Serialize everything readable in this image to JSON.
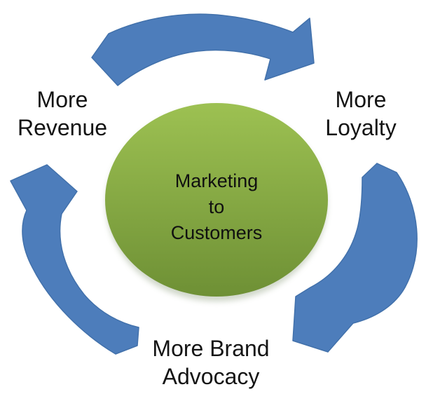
{
  "diagram": {
    "title_hint": "marketing-to-customers-cycle",
    "cycle_direction": "clockwise",
    "center_ellipse": {
      "line1": "Marketing",
      "line2": "to",
      "line3": "Customers"
    },
    "labels": {
      "revenue": {
        "line1": "More",
        "line2": "Revenue"
      },
      "loyalty": {
        "line1": "More",
        "line2": "Loyalty"
      },
      "advocacy": {
        "line1": "More Brand",
        "line2": "Advocacy"
      }
    },
    "colors": {
      "background": "#ffffff",
      "arrow_blue": "#4d7dbb",
      "arrow_edge": "#4271ab",
      "ellipse_top": "#9dc152",
      "ellipse_bottom": "#6e9035",
      "ellipse_shadow": "#9aa98c",
      "text": "#141414"
    }
  }
}
